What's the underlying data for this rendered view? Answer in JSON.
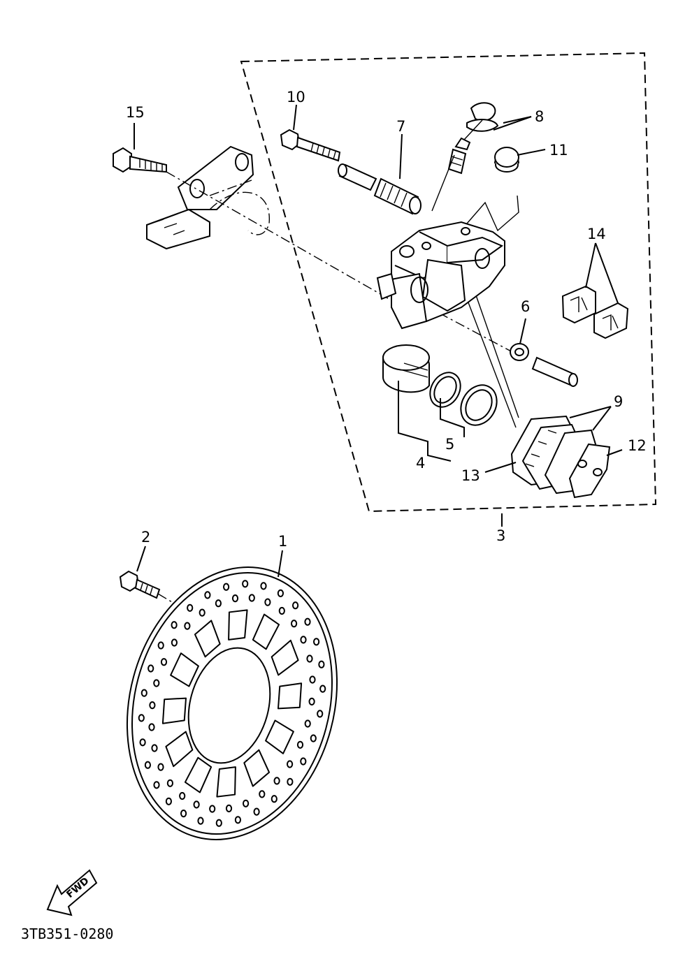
{
  "callouts": [
    {
      "id": "1",
      "label": "1"
    },
    {
      "id": "2",
      "label": "2"
    },
    {
      "id": "3",
      "label": "3"
    },
    {
      "id": "4",
      "label": "4"
    },
    {
      "id": "5",
      "label": "5"
    },
    {
      "id": "6",
      "label": "6"
    },
    {
      "id": "7",
      "label": "7"
    },
    {
      "id": "8",
      "label": "8"
    },
    {
      "id": "9",
      "label": "9"
    },
    {
      "id": "10",
      "label": "10"
    },
    {
      "id": "11",
      "label": "11"
    },
    {
      "id": "12",
      "label": "12"
    },
    {
      "id": "13",
      "label": "13"
    },
    {
      "id": "14",
      "label": "14"
    },
    {
      "id": "15",
      "label": "15"
    }
  ],
  "fwd_label": "FWD",
  "diagram_code": "3TB351-0280"
}
